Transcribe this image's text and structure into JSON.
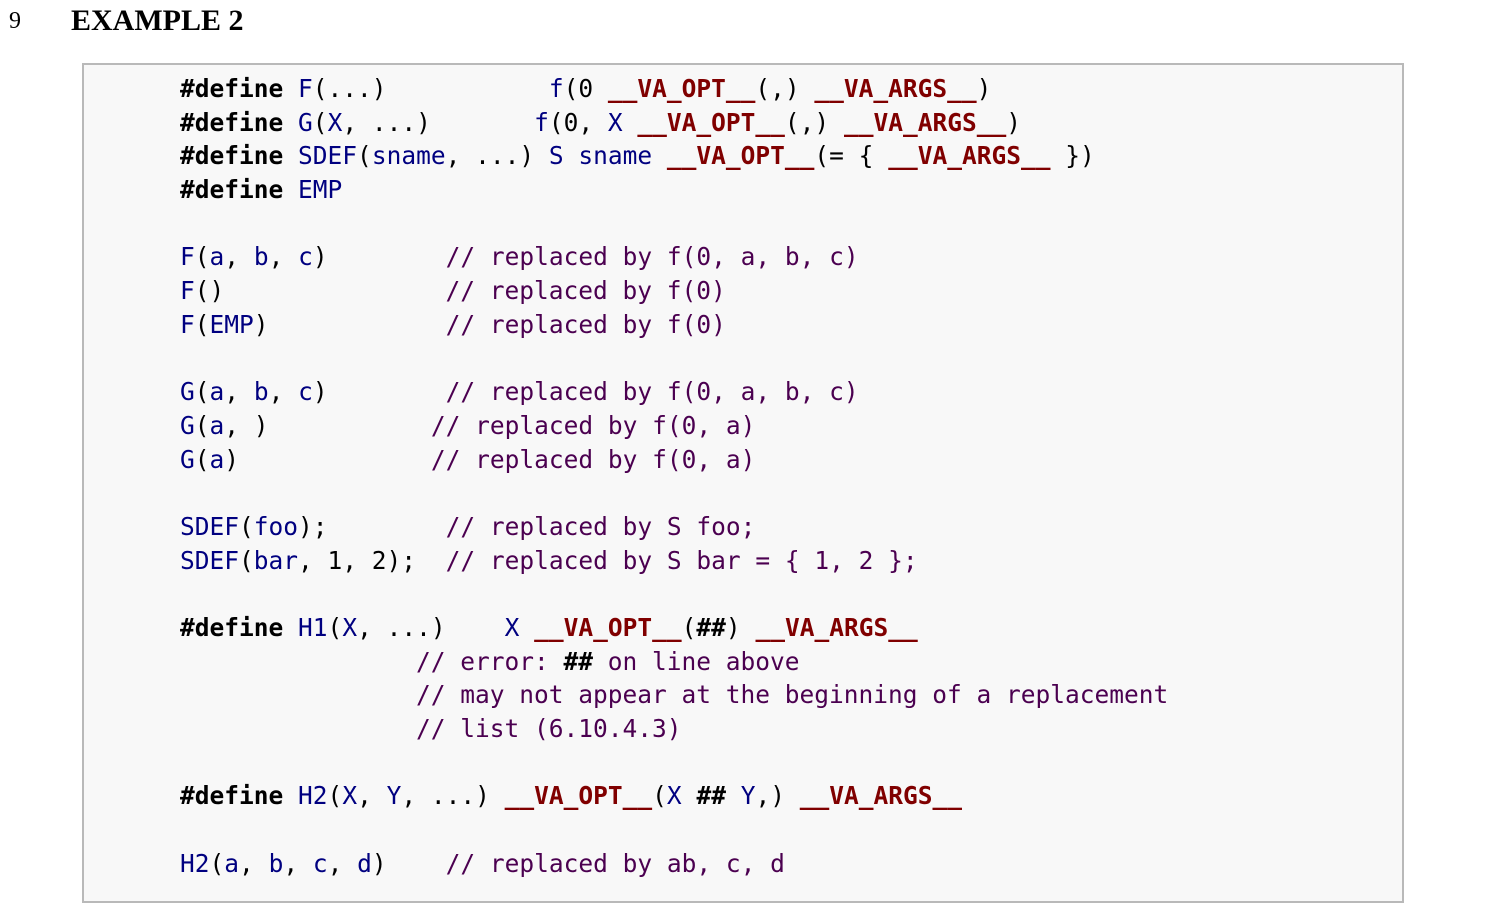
{
  "paragraph_number": "9",
  "heading": "EXAMPLE 2",
  "code_lines": [
    [
      [
        "kw",
        "#define"
      ],
      [
        "pl",
        " "
      ],
      [
        "id",
        "F"
      ],
      [
        "pl",
        "(...)           "
      ],
      [
        "id",
        "f"
      ],
      [
        "pl",
        "(0 "
      ],
      [
        "va",
        "__VA_OPT__"
      ],
      [
        "pl",
        "(,) "
      ],
      [
        "va",
        "__VA_ARGS__"
      ],
      [
        "pl",
        ")"
      ]
    ],
    [
      [
        "kw",
        "#define"
      ],
      [
        "pl",
        " "
      ],
      [
        "id",
        "G"
      ],
      [
        "pl",
        "("
      ],
      [
        "id",
        "X"
      ],
      [
        "pl",
        ", ...)       "
      ],
      [
        "id",
        "f"
      ],
      [
        "pl",
        "(0, "
      ],
      [
        "id",
        "X"
      ],
      [
        "pl",
        " "
      ],
      [
        "va",
        "__VA_OPT__"
      ],
      [
        "pl",
        "(,) "
      ],
      [
        "va",
        "__VA_ARGS__"
      ],
      [
        "pl",
        ")"
      ]
    ],
    [
      [
        "kw",
        "#define"
      ],
      [
        "pl",
        " "
      ],
      [
        "id",
        "SDEF"
      ],
      [
        "pl",
        "("
      ],
      [
        "id",
        "sname"
      ],
      [
        "pl",
        ", ...) "
      ],
      [
        "id",
        "S"
      ],
      [
        "pl",
        " "
      ],
      [
        "id",
        "sname"
      ],
      [
        "pl",
        " "
      ],
      [
        "va",
        "__VA_OPT__"
      ],
      [
        "pl",
        "(= { "
      ],
      [
        "va",
        "__VA_ARGS__"
      ],
      [
        "pl",
        " })"
      ]
    ],
    [
      [
        "kw",
        "#define"
      ],
      [
        "pl",
        " "
      ],
      [
        "id",
        "EMP"
      ]
    ],
    [],
    [
      [
        "id",
        "F"
      ],
      [
        "pl",
        "("
      ],
      [
        "id",
        "a"
      ],
      [
        "pl",
        ", "
      ],
      [
        "id",
        "b"
      ],
      [
        "pl",
        ", "
      ],
      [
        "id",
        "c"
      ],
      [
        "pl",
        ")        "
      ],
      [
        "cm",
        "// replaced by f(0, a, b, c)"
      ]
    ],
    [
      [
        "id",
        "F"
      ],
      [
        "pl",
        "()               "
      ],
      [
        "cm",
        "// replaced by f(0)"
      ]
    ],
    [
      [
        "id",
        "F"
      ],
      [
        "pl",
        "("
      ],
      [
        "id",
        "EMP"
      ],
      [
        "pl",
        ")            "
      ],
      [
        "cm",
        "// replaced by f(0)"
      ]
    ],
    [],
    [
      [
        "id",
        "G"
      ],
      [
        "pl",
        "("
      ],
      [
        "id",
        "a"
      ],
      [
        "pl",
        ", "
      ],
      [
        "id",
        "b"
      ],
      [
        "pl",
        ", "
      ],
      [
        "id",
        "c"
      ],
      [
        "pl",
        ")        "
      ],
      [
        "cm",
        "// replaced by f(0, a, b, c)"
      ]
    ],
    [
      [
        "id",
        "G"
      ],
      [
        "pl",
        "("
      ],
      [
        "id",
        "a"
      ],
      [
        "pl",
        ", )           "
      ],
      [
        "cm",
        "// replaced by f(0, a)"
      ]
    ],
    [
      [
        "id",
        "G"
      ],
      [
        "pl",
        "("
      ],
      [
        "id",
        "a"
      ],
      [
        "pl",
        ")             "
      ],
      [
        "cm",
        "// replaced by f(0, a)"
      ]
    ],
    [],
    [
      [
        "id",
        "SDEF"
      ],
      [
        "pl",
        "("
      ],
      [
        "id",
        "foo"
      ],
      [
        "pl",
        ");        "
      ],
      [
        "cm",
        "// replaced by S foo;"
      ]
    ],
    [
      [
        "id",
        "SDEF"
      ],
      [
        "pl",
        "("
      ],
      [
        "id",
        "bar"
      ],
      [
        "pl",
        ", 1, 2);  "
      ],
      [
        "cm",
        "// replaced by S bar = { 1, 2 };"
      ]
    ],
    [],
    [
      [
        "kw",
        "#define"
      ],
      [
        "pl",
        " "
      ],
      [
        "id",
        "H1"
      ],
      [
        "pl",
        "("
      ],
      [
        "id",
        "X"
      ],
      [
        "pl",
        ", ...)    "
      ],
      [
        "id",
        "X"
      ],
      [
        "pl",
        " "
      ],
      [
        "va",
        "__VA_OPT__"
      ],
      [
        "pl",
        "("
      ],
      [
        "op",
        "##"
      ],
      [
        "pl",
        ") "
      ],
      [
        "va",
        "__VA_ARGS__"
      ]
    ],
    [
      [
        "pl",
        "                "
      ],
      [
        "cm",
        "// error: "
      ],
      [
        "op",
        "##"
      ],
      [
        "cm",
        " on line above"
      ]
    ],
    [
      [
        "pl",
        "                "
      ],
      [
        "cm",
        "// may not appear at the beginning of a replacement"
      ]
    ],
    [
      [
        "pl",
        "                "
      ],
      [
        "cm",
        "// list (6.10.4.3)"
      ]
    ],
    [],
    [
      [
        "kw",
        "#define"
      ],
      [
        "pl",
        " "
      ],
      [
        "id",
        "H2"
      ],
      [
        "pl",
        "("
      ],
      [
        "id",
        "X"
      ],
      [
        "pl",
        ", "
      ],
      [
        "id",
        "Y"
      ],
      [
        "pl",
        ", ...) "
      ],
      [
        "va",
        "__VA_OPT__"
      ],
      [
        "pl",
        "("
      ],
      [
        "id",
        "X"
      ],
      [
        "pl",
        " "
      ],
      [
        "op",
        "##"
      ],
      [
        "pl",
        " "
      ],
      [
        "id",
        "Y"
      ],
      [
        "pl",
        ",) "
      ],
      [
        "va",
        "__VA_ARGS__"
      ]
    ],
    [],
    [
      [
        "id",
        "H2"
      ],
      [
        "pl",
        "("
      ],
      [
        "id",
        "a"
      ],
      [
        "pl",
        ", "
      ],
      [
        "id",
        "b"
      ],
      [
        "pl",
        ", "
      ],
      [
        "id",
        "c"
      ],
      [
        "pl",
        ", "
      ],
      [
        "id",
        "d"
      ],
      [
        "pl",
        ")    "
      ],
      [
        "cm",
        "// replaced by ab, c, d"
      ]
    ]
  ]
}
